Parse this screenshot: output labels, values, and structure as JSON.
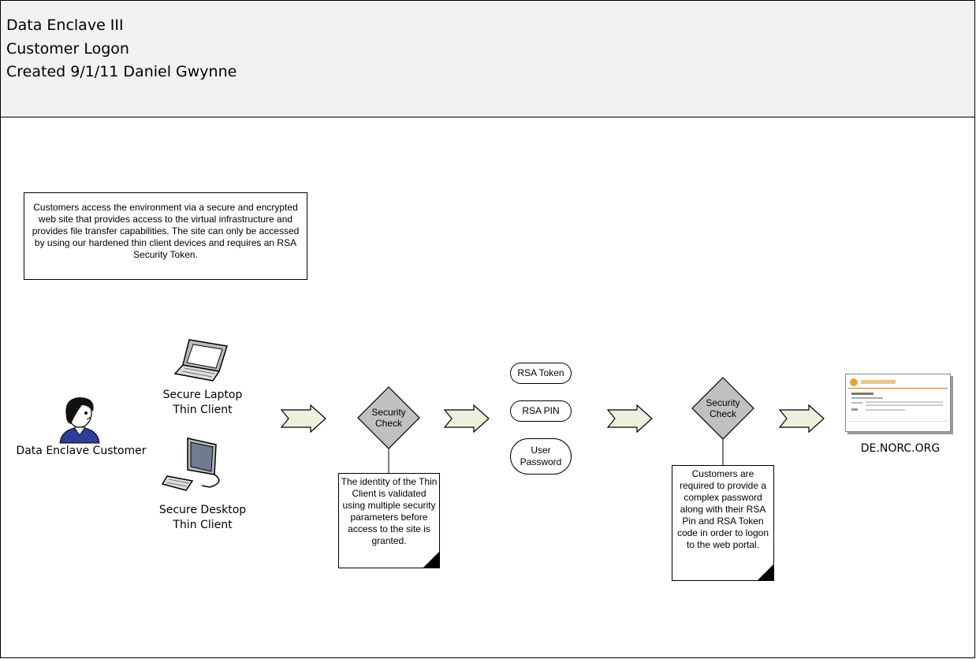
{
  "header": {
    "line1": "Data Enclave III",
    "line2": "Customer Logon",
    "line3": "Created 9/1/11 Daniel Gwynne"
  },
  "intro_text": "Customers access the environment via a secure and encrypted web site that provides access to the virtual infrastructure and provides file transfer capabilities. The site can only be accessed by using our hardened thin client devices and requires an RSA Security Token.",
  "customer": {
    "label": "Data Enclave Customer",
    "icon": "person-icon"
  },
  "laptop": {
    "label_line1": "Secure Laptop",
    "label_line2": "Thin Client",
    "icon": "laptop-icon"
  },
  "desktop": {
    "label_line1": "Secure Desktop",
    "label_line2": "Thin Client",
    "icon": "desktop-computer-icon"
  },
  "security_check_1": {
    "label_line1": "Security",
    "label_line2": "Check",
    "note": "The identity of the Thin Client is validated using multiple security parameters  before access to the site is granted."
  },
  "credentials": {
    "rsa_token": "RSA Token",
    "rsa_pin": "RSA PIN",
    "user_password_line1": "User",
    "user_password_line2": "Password"
  },
  "security_check_2": {
    "label_line1": "Security",
    "label_line2": "Check",
    "note": "Customers are required to provide a complex password along with their RSA Pin and RSA Token code in order to logon to the web portal."
  },
  "portal": {
    "label": "DE.NORC.ORG",
    "icon": "web-page-thumbnail-icon"
  },
  "colors": {
    "header_bg": "#f2f2f2",
    "diamond_fill": "#c0c0c0",
    "arrow_fill": "#ebf1dd"
  }
}
